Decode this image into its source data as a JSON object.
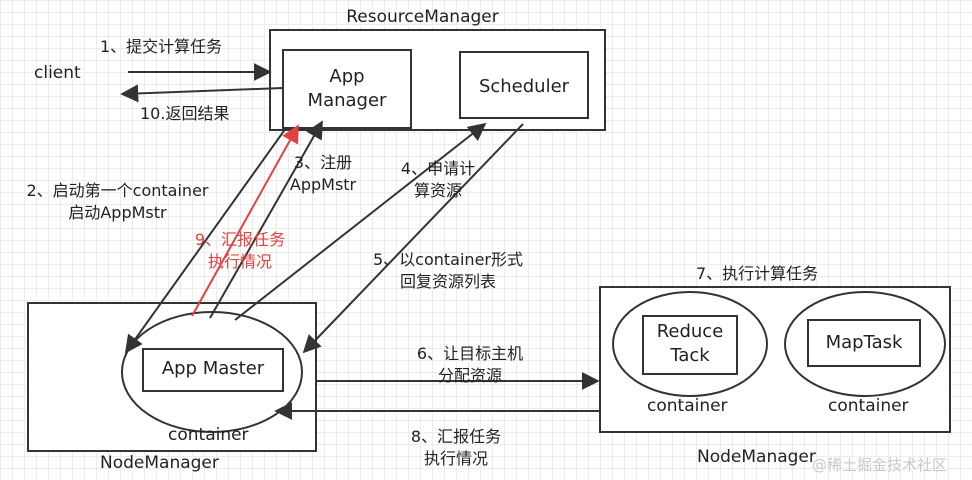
{
  "colors": {
    "stroke": "#333333",
    "highlight": "#e0423f",
    "watermark": "#c9c9c9"
  },
  "nodes": {
    "resource_manager": "ResourceManager",
    "app_manager": [
      "App",
      "Manager"
    ],
    "scheduler": "Scheduler",
    "client": "client",
    "node_manager_left": "NodeManager",
    "app_master": "App Master",
    "container_left": "container",
    "node_manager_right": "NodeManager",
    "reduce_task": [
      "Reduce",
      "Tack"
    ],
    "map_task": "MapTask",
    "container_reduce": "container",
    "container_map": "container"
  },
  "steps": {
    "step1": "1、提交计算任务",
    "step10": "10.返回结果",
    "step2": [
      "2、启动第一个container",
      "启动AppMstr"
    ],
    "step3": [
      "3、注册",
      "AppMstr"
    ],
    "step4": [
      "4、申请计",
      "算资源"
    ],
    "step5": [
      "5、以container形式",
      "回复资源列表"
    ],
    "step6": [
      "6、让目标主机",
      "分配资源"
    ],
    "step7": "7、执行计算任务",
    "step8": [
      "8、汇报任务",
      "执行情况"
    ],
    "step9": [
      "9、汇报任务",
      "执行情况"
    ]
  },
  "watermark": "@稀土掘金技术社区"
}
